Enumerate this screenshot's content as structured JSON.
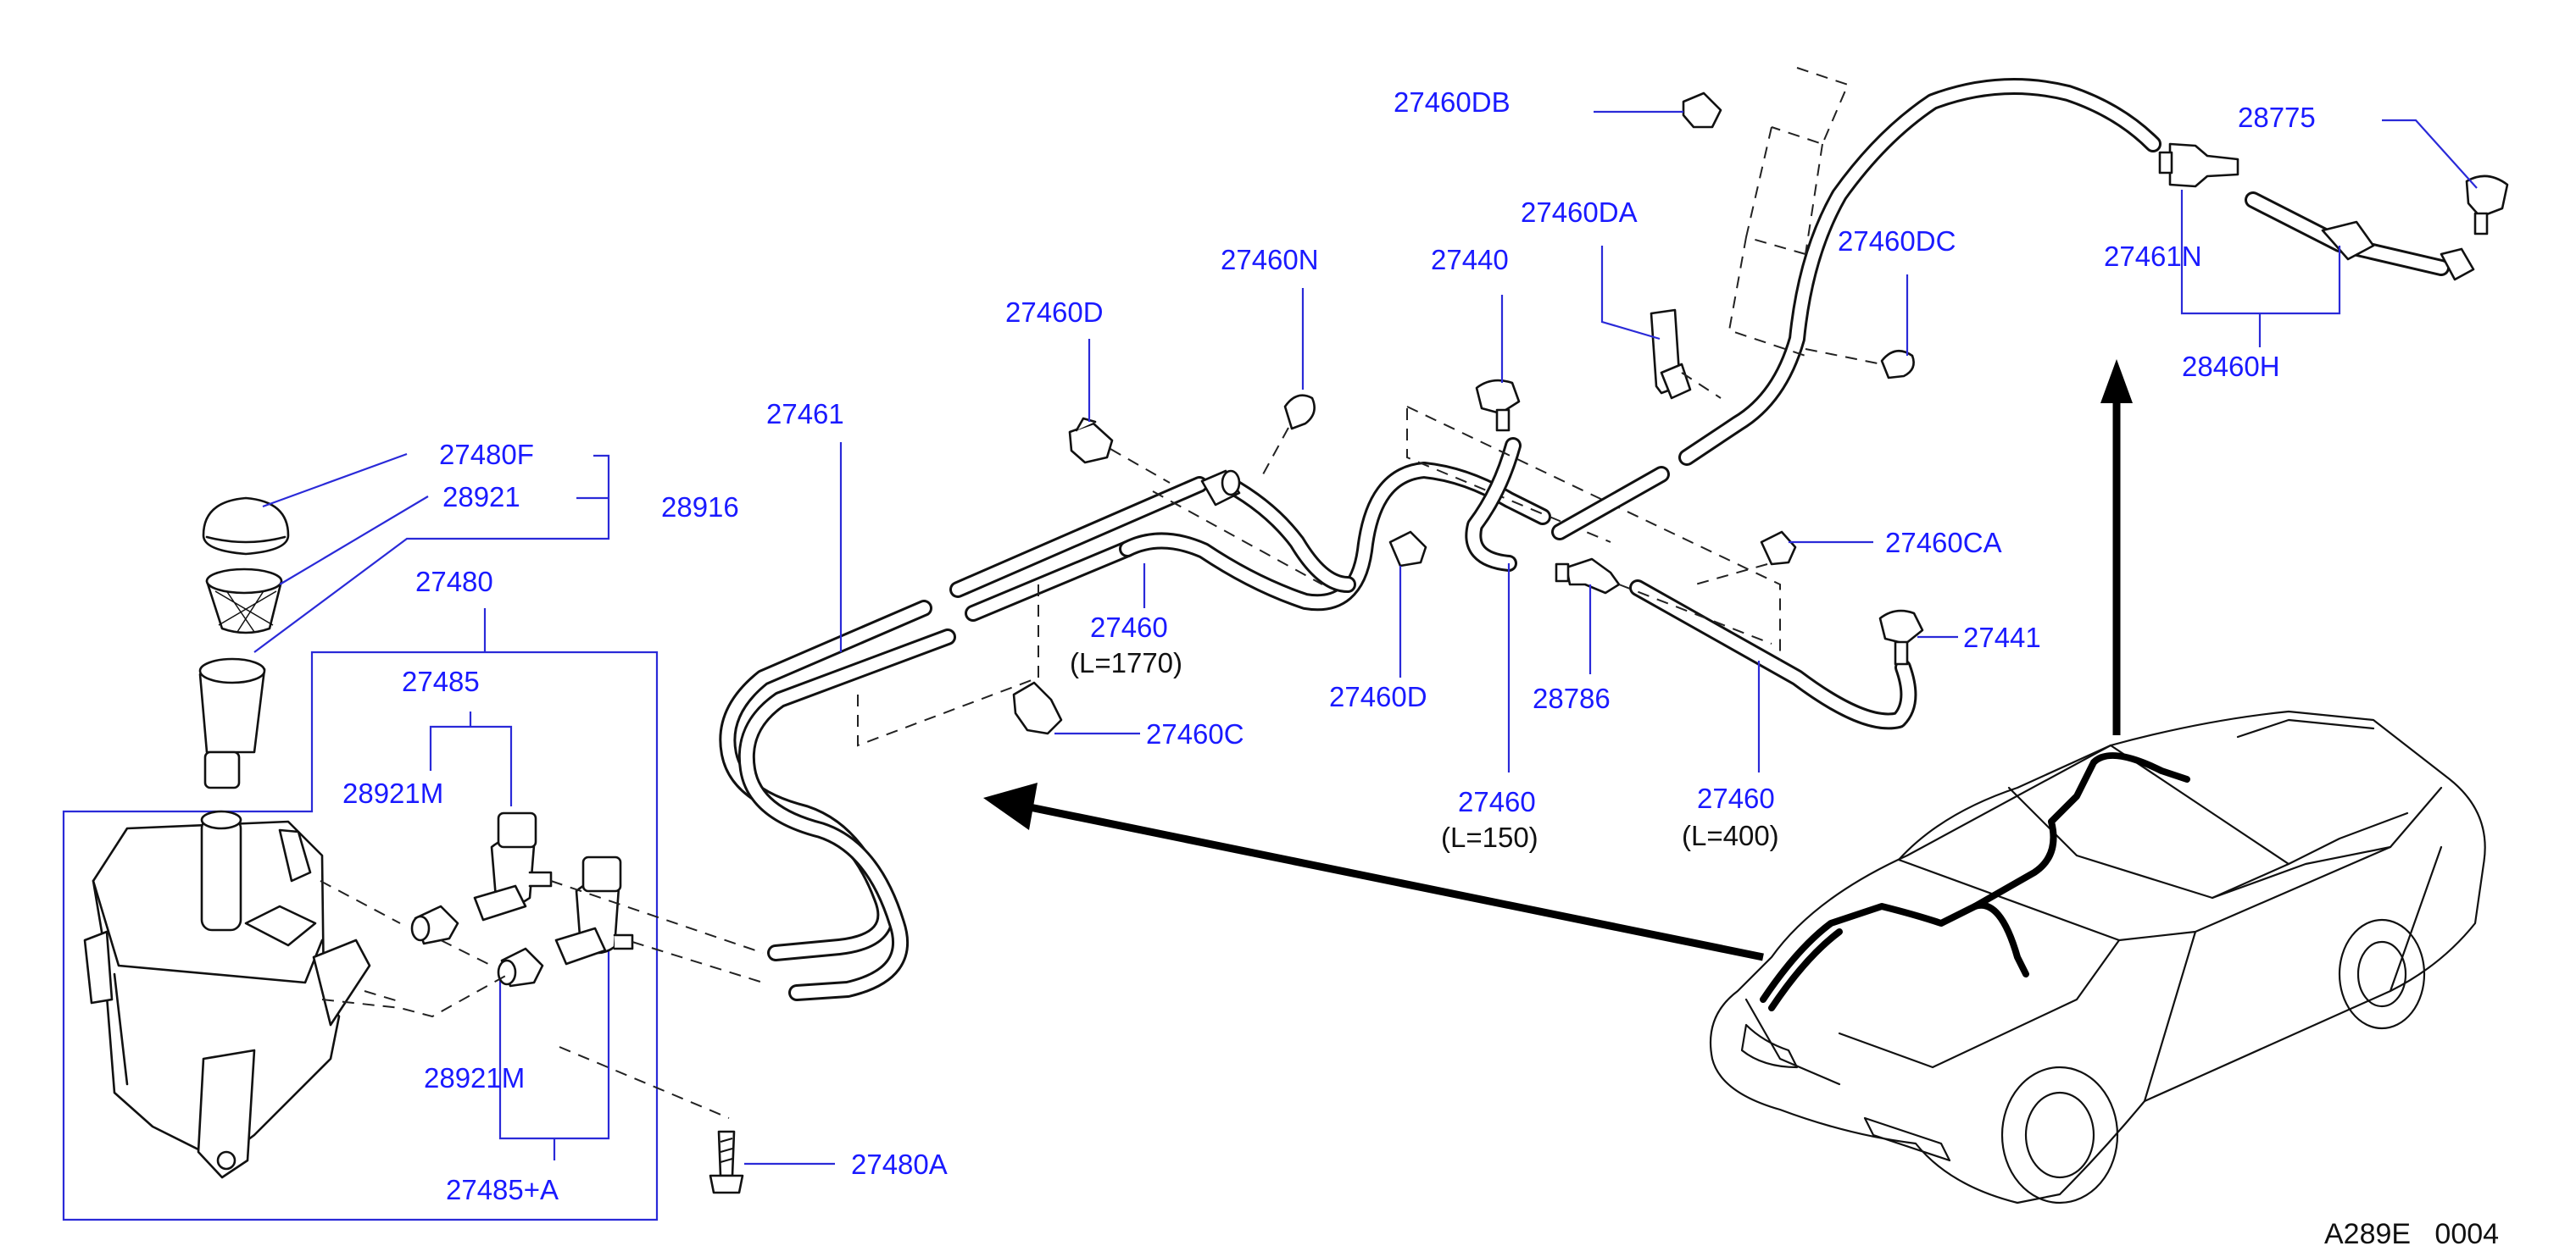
{
  "diagram_code": "A289E   0004",
  "parts": {
    "p27480F": "27480F",
    "p28921": "28921",
    "p28916": "28916",
    "p27480": "27480",
    "p27485": "27485",
    "p28921M_upper": "28921M",
    "p28921M_lower": "28921M",
    "p27485A": "27485+A",
    "p27480A": "27480A",
    "p27461": "27461",
    "p27460D_upper": "27460D",
    "p27460N": "27460N",
    "p27440": "27440",
    "p27460DA": "27460DA",
    "p27460DB": "27460DB",
    "p27460DC": "27460DC",
    "p28775": "28775",
    "p27461N": "27461N",
    "p28460H": "28460H",
    "p27460CA": "27460CA",
    "p27441": "27441",
    "p27460_1770": "27460",
    "p27460C": "27460C",
    "p27460D_lower": "27460D",
    "p28786": "28786",
    "p27460_150": "27460",
    "p27460_400": "27460"
  },
  "lengths": {
    "l1770": "(L=1770)",
    "l150": "(L=150)",
    "l400": "(L=400)"
  }
}
